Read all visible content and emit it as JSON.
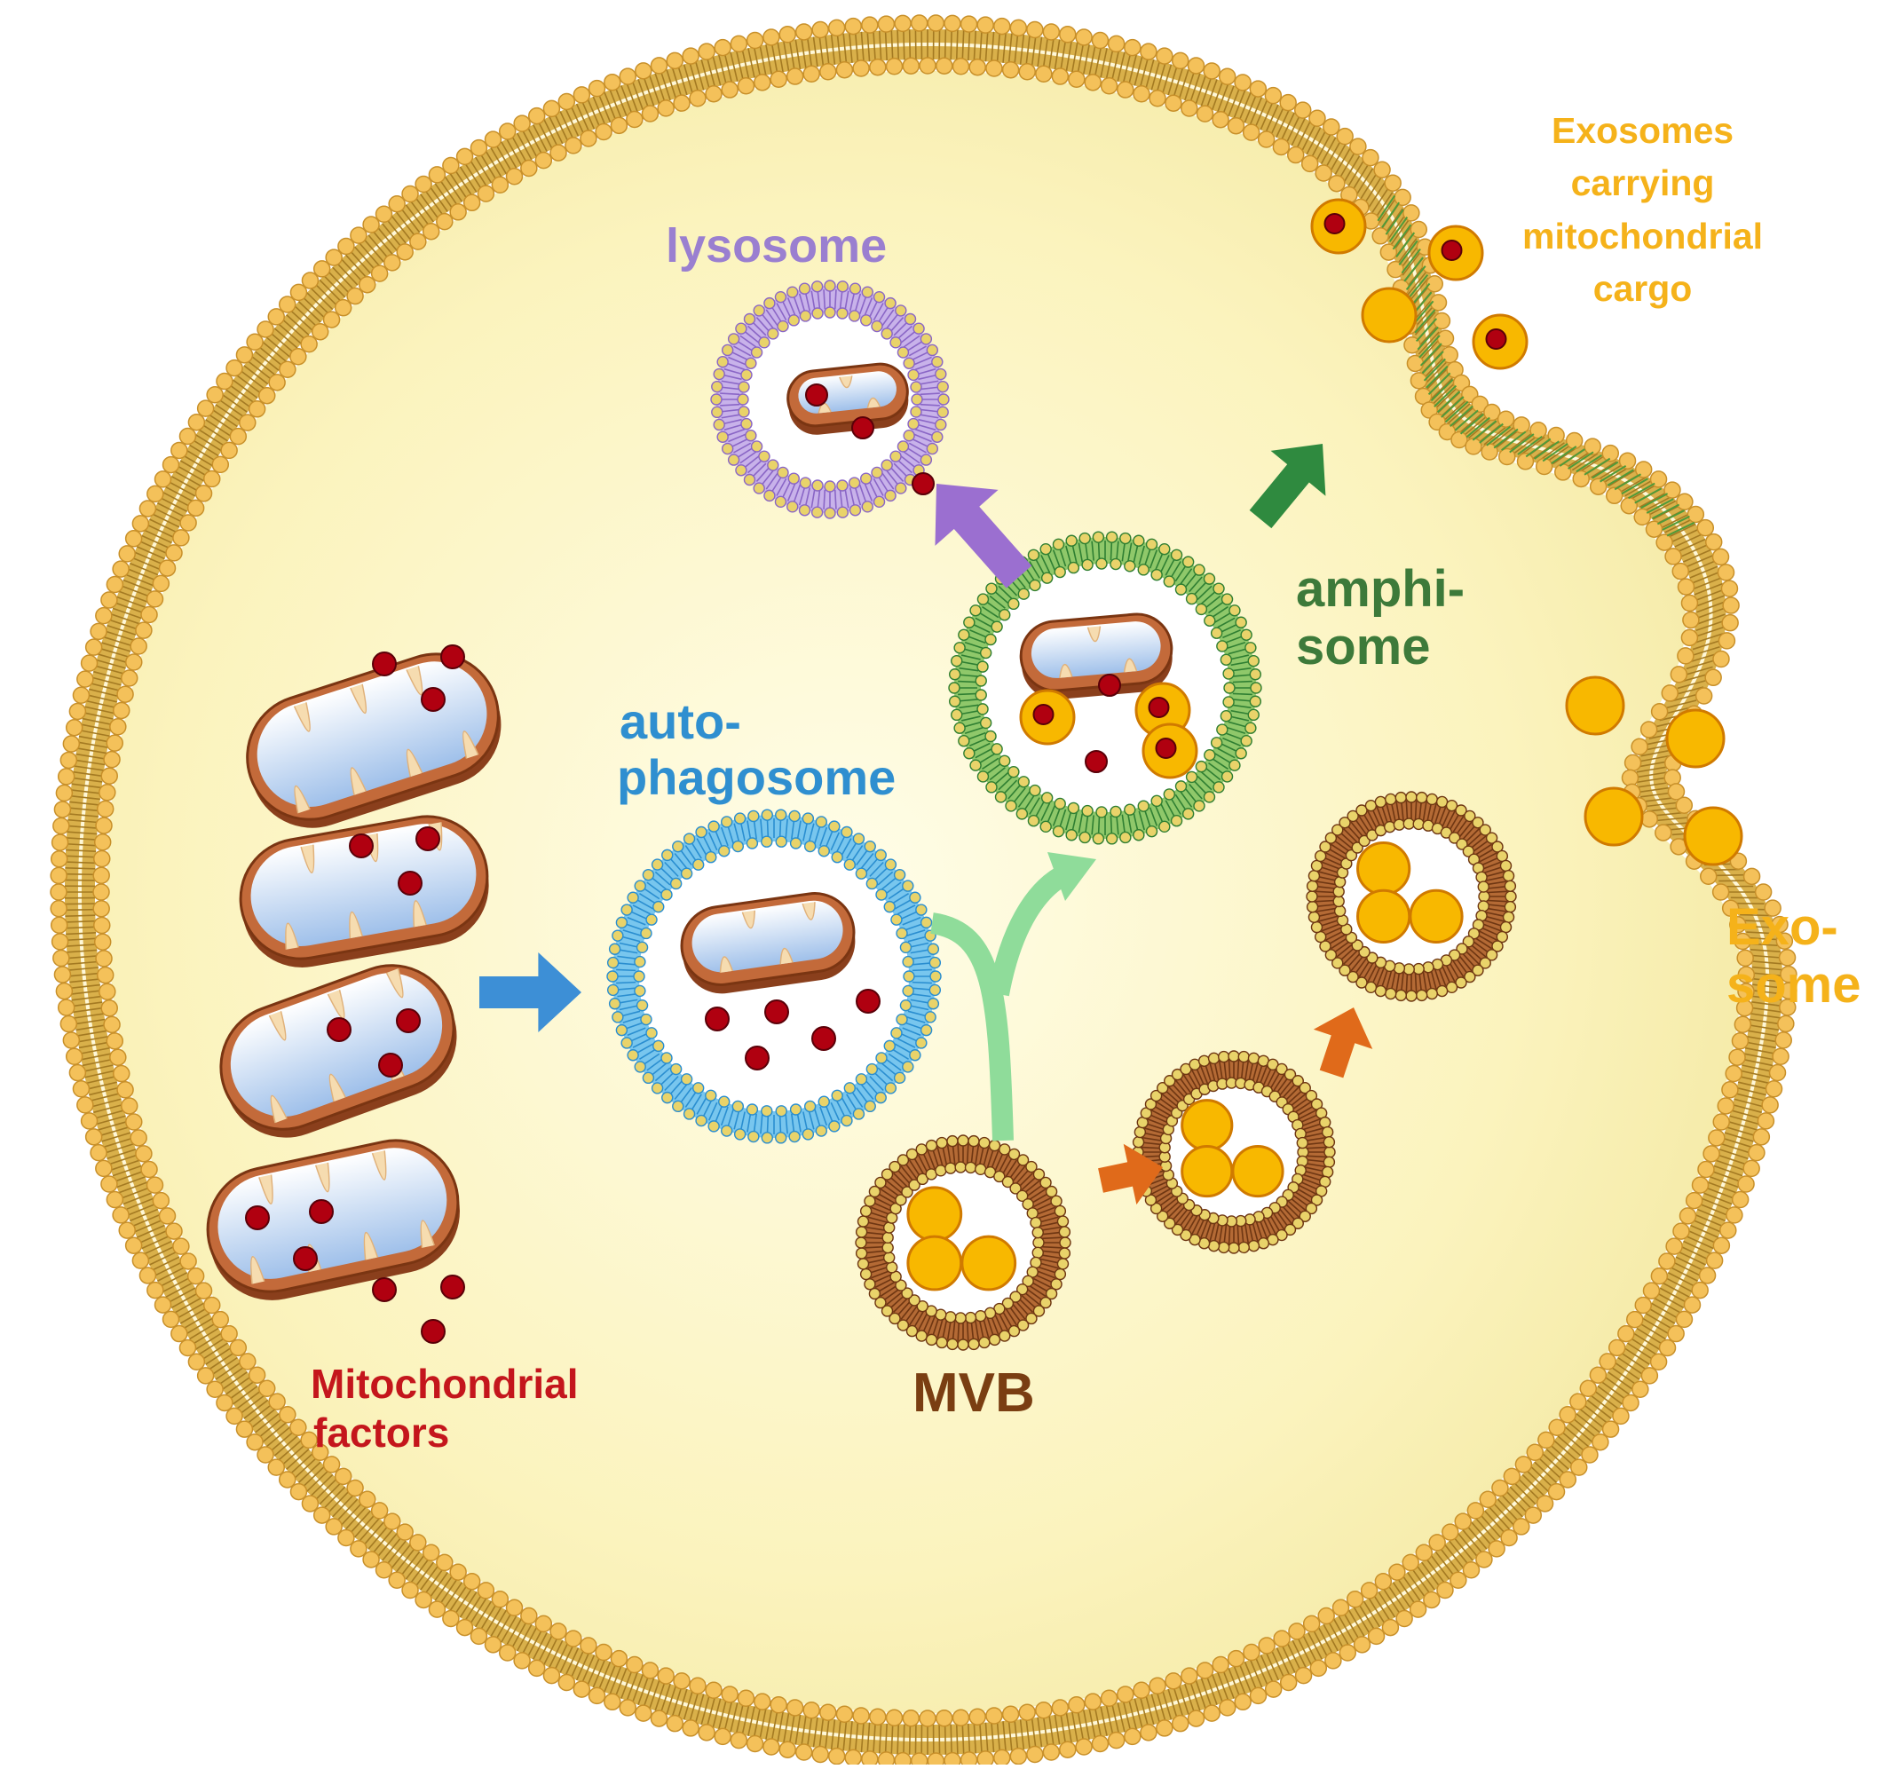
{
  "labels": {
    "lysosome": "lysosome",
    "autophagosome": [
      "auto-",
      "phagosome"
    ],
    "amphisome": [
      "amphi-",
      "some"
    ],
    "exosome": [
      "Exo-",
      "some"
    ],
    "exosomes_cargo": [
      "Exosomes",
      "carrying",
      "mitochondrial",
      "cargo"
    ],
    "mvb": "MVB",
    "mito_factors": [
      "Mitochondrial",
      "factors"
    ]
  },
  "colors": {
    "cytoplasm": "#fbf6c4",
    "membrane_head": "#f4c15a",
    "membrane_head_stroke": "#c8902a",
    "lysosome": "#a98bd1",
    "autophagosome": "#3aa0d8",
    "amphisome": "#3c8a3a",
    "mvb": "#8a4a1e",
    "exosome_fill": "#f8b800",
    "exosome_stroke": "#d07a00",
    "factor_red": "#b00010",
    "mito_outer": "#c36a3a",
    "arrow_blue": "#3d8fd6",
    "arrow_purple": "#9b6fd0",
    "arrow_green_dark": "#2f8a3f",
    "arrow_green_light": "#8fdc9a",
    "arrow_orange": "#e06a1a",
    "label_lysosome": "#9a7fd0",
    "label_autophagosome": "#2f8fd0",
    "label_amphisome": "#3d7a3a",
    "label_exosome": "#f5b21a",
    "label_mvb": "#7a3e12",
    "label_factors": "#c4161c"
  },
  "icons": [
    "mitochondrion-icon",
    "vesicle-icon",
    "arrow-icon"
  ]
}
